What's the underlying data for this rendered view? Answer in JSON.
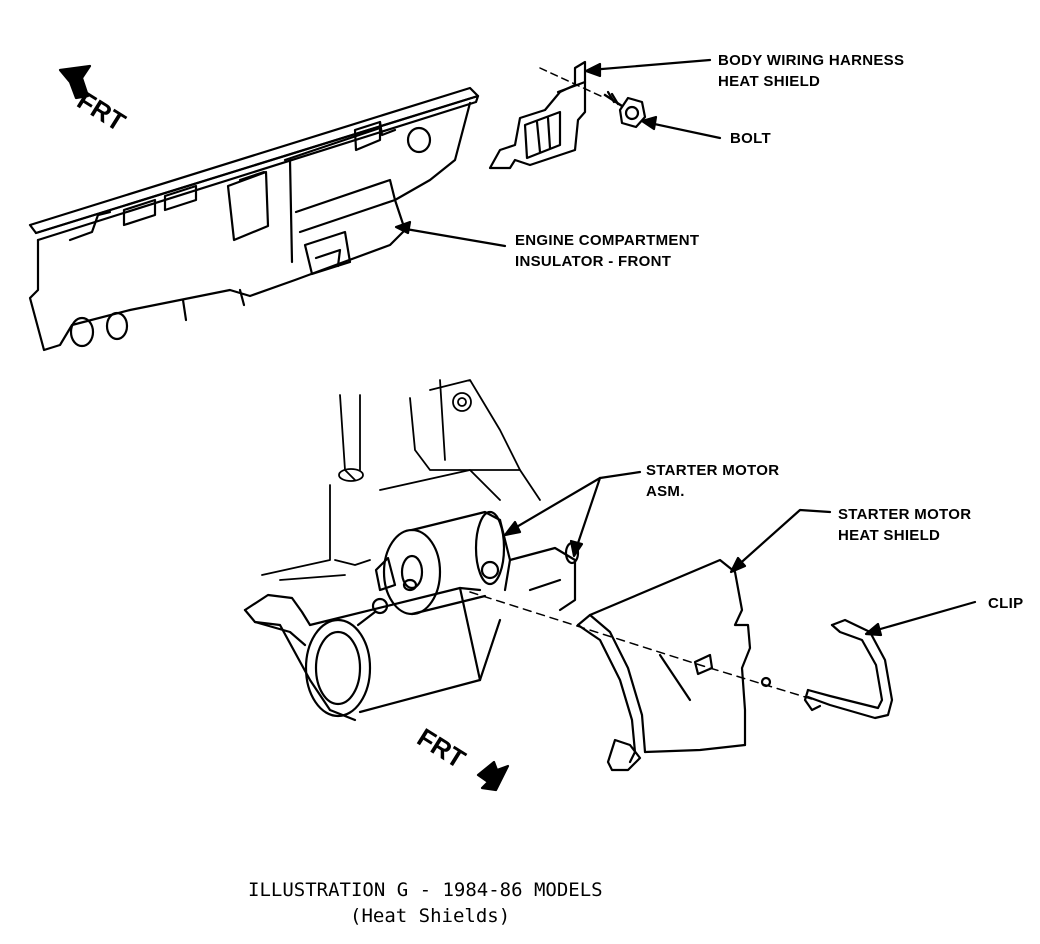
{
  "labels": {
    "wiring_harness_line1": "BODY WIRING HARNESS",
    "wiring_harness_line2": "HEAT SHIELD",
    "bolt": "BOLT",
    "insulator_line1": "ENGINE COMPARTMENT",
    "insulator_line2": "INSULATOR - FRONT",
    "starter_motor_line1": "STARTER MOTOR",
    "starter_motor_line2": "ASM.",
    "starter_shield_line1": "STARTER MOTOR",
    "starter_shield_line2": "HEAT SHIELD",
    "clip": "CLIP"
  },
  "direction": {
    "top": "FRT",
    "bottom": "FRT"
  },
  "caption": {
    "line1": "ILLUSTRATION G - 1984-86 MODELS",
    "line2": "(Heat Shields)"
  },
  "colors": {
    "ink": "#000000",
    "paper": "#ffffff"
  }
}
